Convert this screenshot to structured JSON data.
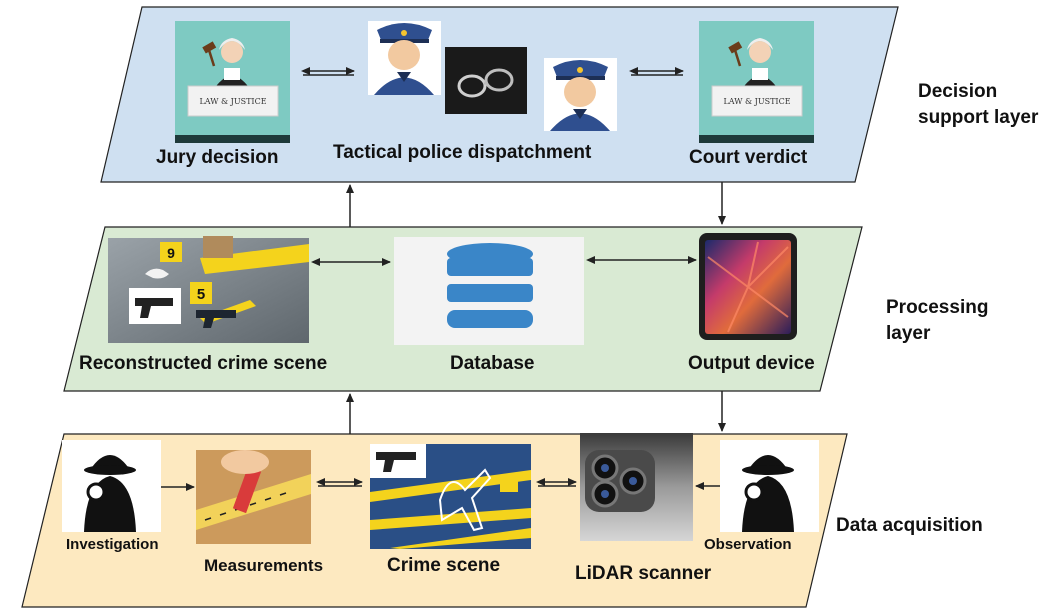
{
  "layers": {
    "decision": {
      "name_line1": "Decision",
      "name_line2": "support layer",
      "fill": "#cfe0f1",
      "items": {
        "jury": "Jury decision",
        "police": "Tactical police dispatchment",
        "court": "Court verdict"
      },
      "sign_text": "LAW & JUSTICE"
    },
    "processing": {
      "name_line1": "Processing",
      "name_line2": "layer",
      "fill": "#d9ead3",
      "items": {
        "reconstructed": "Reconstructed crime scene",
        "database": "Database",
        "output": "Output device"
      },
      "markers": [
        "9",
        "5"
      ]
    },
    "acquisition": {
      "name": "Data acquisition",
      "fill": "#fde9c0",
      "items": {
        "investigation": "Investigation",
        "measurements": "Measurements",
        "crime_scene": "Crime scene",
        "lidar": "LiDAR scanner",
        "observation": "Observation"
      }
    }
  },
  "colors": {
    "police_blue": "#2f4f8f",
    "db_blue": "#3a86c8",
    "tape_yellow": "#f4d31c",
    "judge_bg": "#7ecac2"
  },
  "icons": [
    "gavel-icon",
    "police-officer-icon",
    "handcuffs-icon",
    "database-icon",
    "tablet-icon",
    "detective-icon",
    "tape-measure-icon",
    "gun-icon",
    "camera-lens-icon"
  ]
}
